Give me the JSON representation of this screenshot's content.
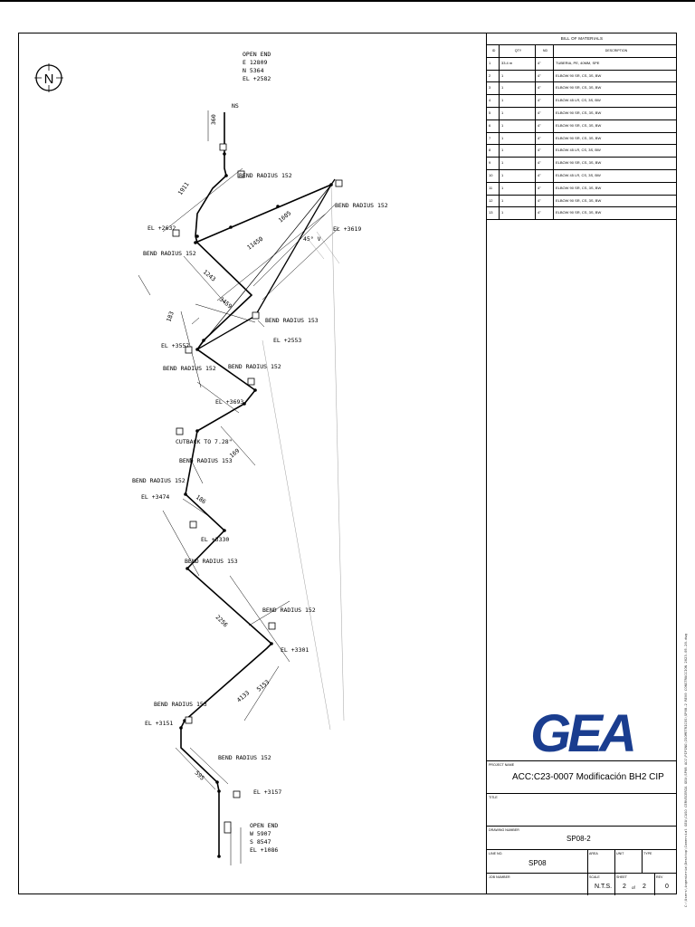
{
  "bom": {
    "title": "BILL OF MATERIALS",
    "headers": [
      "ID",
      "QTY",
      "ND",
      "DESCRIPTION"
    ],
    "rows": [
      {
        "id": "1",
        "qty": "33.4 m",
        "nd": "4\"",
        "desc": "TUBERIA, PE, 40MM, SPE"
      },
      {
        "id": "2",
        "qty": "1",
        "nd": "4\"",
        "desc": "ELBOW 90 SR, CS, 3S, BW"
      },
      {
        "id": "3",
        "qty": "1",
        "nd": "4\"",
        "desc": "ELBOW 90 SR, CS, 3S, BW"
      },
      {
        "id": "4",
        "qty": "1",
        "nd": "4\"",
        "desc": "ELBOW 45 LR, CS, 3S, BW"
      },
      {
        "id": "5",
        "qty": "1",
        "nd": "4\"",
        "desc": "ELBOW 90 SR, CS, 3S, BW"
      },
      {
        "id": "6",
        "qty": "1",
        "nd": "4\"",
        "desc": "ELBOW 90 SR, CS, 3S, BW"
      },
      {
        "id": "7",
        "qty": "1",
        "nd": "4\"",
        "desc": "ELBOW 90 SR, CS, 3S, BW"
      },
      {
        "id": "8",
        "qty": "1",
        "nd": "4\"",
        "desc": "ELBOW 45 LR, CS, 3S, BW"
      },
      {
        "id": "9",
        "qty": "1",
        "nd": "4\"",
        "desc": "ELBOW 90 SR, CS, 3S, BW"
      },
      {
        "id": "10",
        "qty": "1",
        "nd": "4\"",
        "desc": "ELBOW 45 LR, CS, 3S, BW"
      },
      {
        "id": "11",
        "qty": "1",
        "nd": "4\"",
        "desc": "ELBOW 90 SR, CS, 3S, BW"
      },
      {
        "id": "12",
        "qty": "1",
        "nd": "4\"",
        "desc": "ELBOW 90 SR, CS, 3S, BW"
      },
      {
        "id": "13",
        "qty": "1",
        "nd": "4\"",
        "desc": "ELBOW 90 SR, CS, 3S, BW"
      }
    ]
  },
  "title_block": {
    "logo_text": "GEA",
    "logo_color": "#1a3d8f",
    "project_name_label": "PROJECT NAME",
    "project_name": "ACC:C23-0007 Modificación BH2 CIP",
    "title_label": "TITLE",
    "title": "",
    "drawing_number_label": "DRAWING NUMBER",
    "drawing_number": "SP08-2",
    "line_no_label": "LINE NO.",
    "line_no": "SP08",
    "area_label": "AREA",
    "unit_label": "UNIT",
    "type_label": "TYPE",
    "job_number_label": "JOB NUMBER",
    "scale_label": "SCALE",
    "scale": "N.T.S.",
    "sheet_label": "SHEET",
    "sheet": "2",
    "sheet_of": "of",
    "sheet_total": "2",
    "rev_label": "REV",
    "rev": "0"
  },
  "drawing": {
    "north": "N",
    "open_end_top": [
      "OPEN END",
      "E 12809",
      "N 5364",
      "EL +2582"
    ],
    "open_end_bottom": [
      "OPEN END",
      "W 5907",
      "S 8547",
      "EL +1086"
    ],
    "ns": "NS",
    "bend_152": "BEND RADIUS 152",
    "bend_153": "BEND RADIUS 153",
    "cutback": "CUTBACK TO 7.28\"",
    "el_labels": [
      "EL +2632",
      "EL +3619",
      "EL +2553",
      "EL +3557",
      "EL +3693",
      "EL +3474",
      "EL +3330",
      "EL +3301",
      "EL +3151",
      "EL +3157"
    ],
    "dims": [
      "360",
      "1911",
      "1243",
      "11450",
      "1605",
      "3459",
      "183",
      "186",
      "169",
      "2256",
      "4133",
      "5153",
      "595"
    ],
    "slope": "45° V"
  },
  "side_note": "C:\\Users\\ingenieria\\Desktop\\Comercial GEA\\CASO CERVECERIA GEA\\SP08 ACC\\PIPING\\ISOMETRICOS\\SP08-2 REV0 CONSTRUCCION 2023-05-20.dwg"
}
